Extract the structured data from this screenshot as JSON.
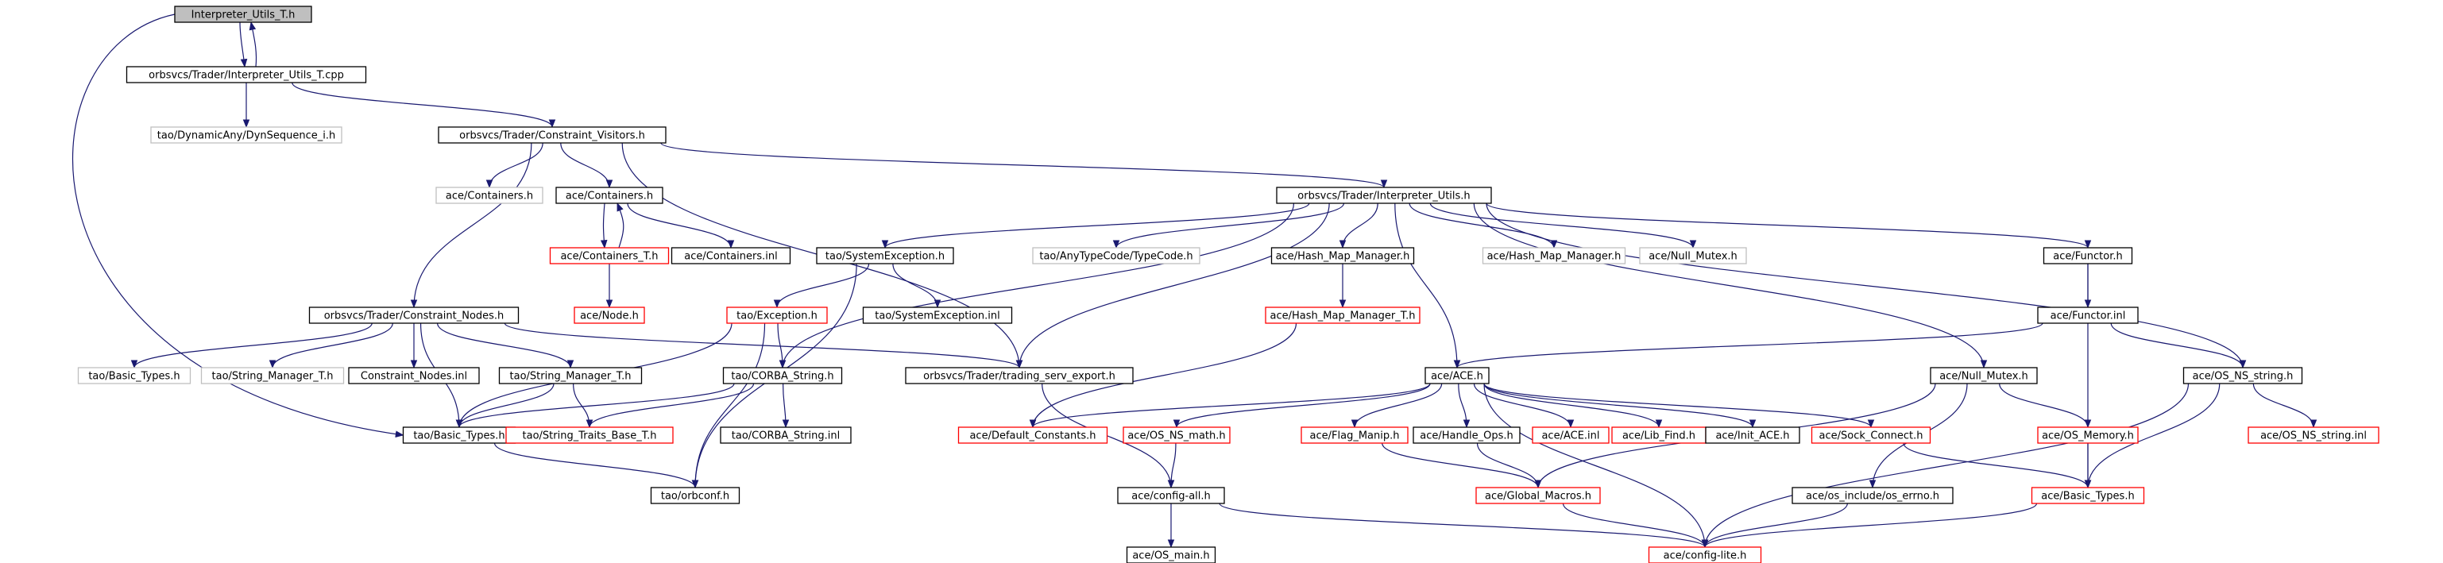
{
  "colors": {
    "edge": "#191970",
    "box_black": "#000000",
    "box_red": "#ff0000",
    "box_gray": "#bfbfbf",
    "fill_root": "#bfbfbf",
    "fill_default": "#ffffff"
  },
  "nodes": [
    {
      "id": "interp_utils_t_h",
      "label": "Interpreter_Utils_T.h",
      "style": "root"
    },
    {
      "id": "interp_utils_t_cpp",
      "label": "orbsvcs/Trader/Interpreter_Utils_T.cpp",
      "style": "black"
    },
    {
      "id": "dynseq_i_h",
      "label": "tao/DynamicAny/DynSequence_i.h",
      "style": "gray"
    },
    {
      "id": "constraint_visitors_h",
      "label": "orbsvcs/Trader/Constraint_Visitors.h",
      "style": "black"
    },
    {
      "id": "ace_containers_h_gray",
      "label": "ace/Containers.h",
      "style": "gray"
    },
    {
      "id": "ace_containers_h",
      "label": "ace/Containers.h",
      "style": "black"
    },
    {
      "id": "interpreter_utils_h",
      "label": "orbsvcs/Trader/Interpreter_Utils.h",
      "style": "black"
    },
    {
      "id": "ace_containers_t_h",
      "label": "ace/Containers_T.h",
      "style": "red"
    },
    {
      "id": "ace_containers_inl",
      "label": "ace/Containers.inl",
      "style": "black"
    },
    {
      "id": "tao_systemexception_h",
      "label": "tao/SystemException.h",
      "style": "black"
    },
    {
      "id": "tao_typecode_h",
      "label": "tao/AnyTypeCode/TypeCode.h",
      "style": "gray"
    },
    {
      "id": "ace_hash_map_manager_h",
      "label": "ace/Hash_Map_Manager.h",
      "style": "black"
    },
    {
      "id": "ace_hash_map_manager_h_gray",
      "label": "ace/Hash_Map_Manager.h",
      "style": "gray"
    },
    {
      "id": "ace_null_mutex_h_gray",
      "label": "ace/Null_Mutex.h",
      "style": "gray"
    },
    {
      "id": "ace_functor_h",
      "label": "ace/Functor.h",
      "style": "black"
    },
    {
      "id": "ace_node_h",
      "label": "ace/Node.h",
      "style": "red"
    },
    {
      "id": "constraint_nodes_h",
      "label": "orbsvcs/Trader/Constraint_Nodes.h",
      "style": "black"
    },
    {
      "id": "tao_exception_h",
      "label": "tao/Exception.h",
      "style": "red"
    },
    {
      "id": "tao_systemexception_inl",
      "label": "tao/SystemException.inl",
      "style": "black"
    },
    {
      "id": "ace_hash_map_manager_t_h",
      "label": "ace/Hash_Map_Manager_T.h",
      "style": "red"
    },
    {
      "id": "ace_functor_inl",
      "label": "ace/Functor.inl",
      "style": "black"
    },
    {
      "id": "tao_basic_types_h_gray",
      "label": "tao/Basic_Types.h",
      "style": "gray"
    },
    {
      "id": "tao_string_manager_t_h_gray",
      "label": "tao/String_Manager_T.h",
      "style": "gray"
    },
    {
      "id": "constraint_nodes_inl",
      "label": "Constraint_Nodes.inl",
      "style": "black"
    },
    {
      "id": "tao_string_manager_t_h",
      "label": "tao/String_Manager_T.h",
      "style": "black"
    },
    {
      "id": "tao_corba_string_h",
      "label": "tao/CORBA_String.h",
      "style": "black"
    },
    {
      "id": "trading_serv_export_h",
      "label": "orbsvcs/Trader/trading_serv_export.h",
      "style": "black"
    },
    {
      "id": "ace_ace_h",
      "label": "ace/ACE.h",
      "style": "black"
    },
    {
      "id": "ace_null_mutex_h",
      "label": "ace/Null_Mutex.h",
      "style": "black"
    },
    {
      "id": "ace_os_ns_string_h",
      "label": "ace/OS_NS_string.h",
      "style": "black"
    },
    {
      "id": "tao_basic_types_h",
      "label": "tao/Basic_Types.h",
      "style": "black"
    },
    {
      "id": "tao_string_traits_base_t_h",
      "label": "tao/String_Traits_Base_T.h",
      "style": "red"
    },
    {
      "id": "tao_corba_string_inl",
      "label": "tao/CORBA_String.inl",
      "style": "black"
    },
    {
      "id": "ace_default_constants_h",
      "label": "ace/Default_Constants.h",
      "style": "red"
    },
    {
      "id": "ace_os_ns_math_h",
      "label": "ace/OS_NS_math.h",
      "style": "red"
    },
    {
      "id": "ace_flag_manip_h",
      "label": "ace/Flag_Manip.h",
      "style": "red"
    },
    {
      "id": "ace_handle_ops_h",
      "label": "ace/Handle_Ops.h",
      "style": "black"
    },
    {
      "id": "ace_ace_inl",
      "label": "ace/ACE.inl",
      "style": "red"
    },
    {
      "id": "ace_lib_find_h",
      "label": "ace/Lib_Find.h",
      "style": "red"
    },
    {
      "id": "ace_init_ace_h",
      "label": "ace/Init_ACE.h",
      "style": "black"
    },
    {
      "id": "ace_sock_connect_h",
      "label": "ace/Sock_Connect.h",
      "style": "red"
    },
    {
      "id": "ace_os_memory_h",
      "label": "ace/OS_Memory.h",
      "style": "red"
    },
    {
      "id": "ace_os_ns_string_inl",
      "label": "ace/OS_NS_string.inl",
      "style": "red"
    },
    {
      "id": "tao_orbconf_h",
      "label": "tao/orbconf.h",
      "style": "black"
    },
    {
      "id": "ace_config_all_h",
      "label": "ace/config-all.h",
      "style": "black"
    },
    {
      "id": "ace_global_macros_h",
      "label": "ace/Global_Macros.h",
      "style": "red"
    },
    {
      "id": "ace_os_include_os_errno_h",
      "label": "ace/os_include/os_errno.h",
      "style": "black"
    },
    {
      "id": "ace_basic_types_h",
      "label": "ace/Basic_Types.h",
      "style": "red"
    },
    {
      "id": "ace_os_main_h",
      "label": "ace/OS_main.h",
      "style": "black"
    },
    {
      "id": "ace_config_lite_h",
      "label": "ace/config-lite.h",
      "style": "red"
    }
  ],
  "edges": [
    [
      "interp_utils_t_h",
      "interp_utils_t_cpp"
    ],
    [
      "interp_utils_t_cpp",
      "interp_utils_t_h"
    ],
    [
      "interp_utils_t_h",
      "tao_basic_types_h"
    ],
    [
      "interp_utils_t_cpp",
      "dynseq_i_h"
    ],
    [
      "interp_utils_t_cpp",
      "constraint_visitors_h"
    ],
    [
      "constraint_visitors_h",
      "ace_containers_h_gray"
    ],
    [
      "constraint_visitors_h",
      "ace_containers_h"
    ],
    [
      "constraint_visitors_h",
      "interpreter_utils_h"
    ],
    [
      "constraint_visitors_h",
      "constraint_nodes_h"
    ],
    [
      "constraint_visitors_h",
      "trading_serv_export_h"
    ],
    [
      "ace_containers_h",
      "ace_containers_t_h"
    ],
    [
      "ace_containers_t_h",
      "ace_containers_h"
    ],
    [
      "ace_containers_h",
      "ace_containers_inl"
    ],
    [
      "ace_containers_t_h",
      "ace_node_h"
    ],
    [
      "interpreter_utils_h",
      "tao_systemexception_h"
    ],
    [
      "interpreter_utils_h",
      "tao_typecode_h"
    ],
    [
      "interpreter_utils_h",
      "ace_hash_map_manager_h"
    ],
    [
      "interpreter_utils_h",
      "ace_hash_map_manager_h_gray"
    ],
    [
      "interpreter_utils_h",
      "ace_null_mutex_h_gray"
    ],
    [
      "interpreter_utils_h",
      "ace_functor_h"
    ],
    [
      "interpreter_utils_h",
      "trading_serv_export_h"
    ],
    [
      "interpreter_utils_h",
      "ace_ace_h"
    ],
    [
      "interpreter_utils_h",
      "ace_null_mutex_h"
    ],
    [
      "interpreter_utils_h",
      "ace_os_ns_string_h"
    ],
    [
      "interpreter_utils_h",
      "tao_corba_string_h"
    ],
    [
      "tao_systemexception_h",
      "tao_exception_h"
    ],
    [
      "tao_systemexception_h",
      "tao_systemexception_inl"
    ],
    [
      "tao_systemexception_h",
      "tao_orbconf_h"
    ],
    [
      "ace_hash_map_manager_h",
      "ace_hash_map_manager_t_h"
    ],
    [
      "ace_hash_map_manager_t_h",
      "ace_default_constants_h"
    ],
    [
      "ace_functor_h",
      "ace_functor_inl"
    ],
    [
      "ace_functor_h",
      "ace_basic_types_h"
    ],
    [
      "ace_functor_inl",
      "ace_ace_h"
    ],
    [
      "ace_functor_inl",
      "ace_os_ns_string_h"
    ],
    [
      "constraint_nodes_h",
      "tao_basic_types_h_gray"
    ],
    [
      "constraint_nodes_h",
      "tao_string_manager_t_h_gray"
    ],
    [
      "constraint_nodes_h",
      "constraint_nodes_inl"
    ],
    [
      "constraint_nodes_h",
      "tao_string_manager_t_h"
    ],
    [
      "constraint_nodes_h",
      "tao_basic_types_h"
    ],
    [
      "constraint_nodes_h",
      "trading_serv_export_h"
    ],
    [
      "tao_exception_h",
      "tao_corba_string_h"
    ],
    [
      "tao_exception_h",
      "tao_basic_types_h"
    ],
    [
      "tao_exception_h",
      "tao_orbconf_h"
    ],
    [
      "tao_string_manager_t_h",
      "tao_basic_types_h"
    ],
    [
      "tao_string_manager_t_h",
      "tao_string_traits_base_t_h"
    ],
    [
      "tao_corba_string_h",
      "tao_basic_types_h"
    ],
    [
      "tao_corba_string_h",
      "tao_string_traits_base_t_h"
    ],
    [
      "tao_corba_string_h",
      "tao_corba_string_inl"
    ],
    [
      "trading_serv_export_h",
      "ace_config_all_h"
    ],
    [
      "tao_basic_types_h",
      "tao_orbconf_h"
    ],
    [
      "ace_ace_h",
      "ace_default_constants_h"
    ],
    [
      "ace_ace_h",
      "ace_os_ns_math_h"
    ],
    [
      "ace_ace_h",
      "ace_flag_manip_h"
    ],
    [
      "ace_ace_h",
      "ace_handle_ops_h"
    ],
    [
      "ace_ace_h",
      "ace_ace_inl"
    ],
    [
      "ace_ace_h",
      "ace_lib_find_h"
    ],
    [
      "ace_ace_h",
      "ace_init_ace_h"
    ],
    [
      "ace_ace_h",
      "ace_sock_connect_h"
    ],
    [
      "ace_ace_h",
      "ace_config_lite_h"
    ],
    [
      "ace_os_ns_math_h",
      "ace_config_all_h"
    ],
    [
      "ace_flag_manip_h",
      "ace_global_macros_h"
    ],
    [
      "ace_handle_ops_h",
      "ace_global_macros_h"
    ],
    [
      "ace_sock_connect_h",
      "ace_basic_types_h"
    ],
    [
      "ace_null_mutex_h",
      "ace_global_macros_h"
    ],
    [
      "ace_null_mutex_h",
      "ace_os_include_os_errno_h"
    ],
    [
      "ace_null_mutex_h",
      "ace_os_memory_h"
    ],
    [
      "ace_os_memory_h",
      "ace_basic_types_h"
    ],
    [
      "ace_os_ns_string_h",
      "ace_basic_types_h"
    ],
    [
      "ace_os_ns_string_h",
      "ace_os_ns_string_inl"
    ],
    [
      "ace_os_ns_string_h",
      "ace_config_lite_h"
    ],
    [
      "ace_config_all_h",
      "ace_os_main_h"
    ],
    [
      "ace_config_all_h",
      "ace_config_lite_h"
    ],
    [
      "ace_global_macros_h",
      "ace_config_lite_h"
    ],
    [
      "ace_os_include_os_errno_h",
      "ace_config_lite_h"
    ],
    [
      "ace_basic_types_h",
      "ace_config_lite_h"
    ]
  ]
}
